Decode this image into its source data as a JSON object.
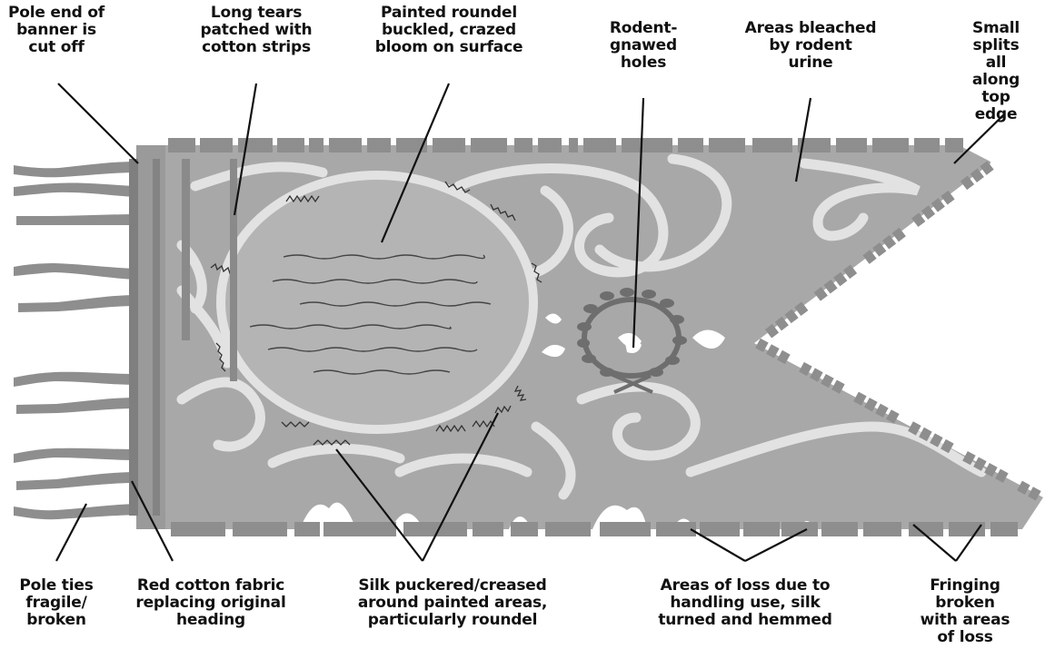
{
  "diagram": {
    "subject": "banner",
    "colors": {
      "fabric": "#a8a8a8",
      "fringe": "#8e8e8e",
      "light": "#e2e2e2",
      "ink": "#111111",
      "crease": "#555555"
    }
  },
  "labels": {
    "pole_end_cut": "Pole end of\nbanner is\ncut off",
    "long_tears": "Long tears\npatched with\ncotton strips",
    "painted_roundel": "Painted roundel\nbuckled, crazed\nbloom on surface",
    "rodent_holes": "Rodent-\ngnawed\nholes",
    "bleached_areas": "Areas bleached\nby rodent\nurine",
    "small_splits": "Small splits\nall along top\nedge",
    "pole_ties": "Pole ties\nfragile/\nbroken",
    "red_cotton": "Red cotton fabric\nreplacing original\nheading",
    "silk_puckered": "Silk puckered/creased\naround painted areas,\nparticularly roundel",
    "areas_of_loss": "Areas of loss due to\nhandling use, silk\nturned and hemmed",
    "fringing_broken": "Fringing broken\nwith areas of loss"
  }
}
